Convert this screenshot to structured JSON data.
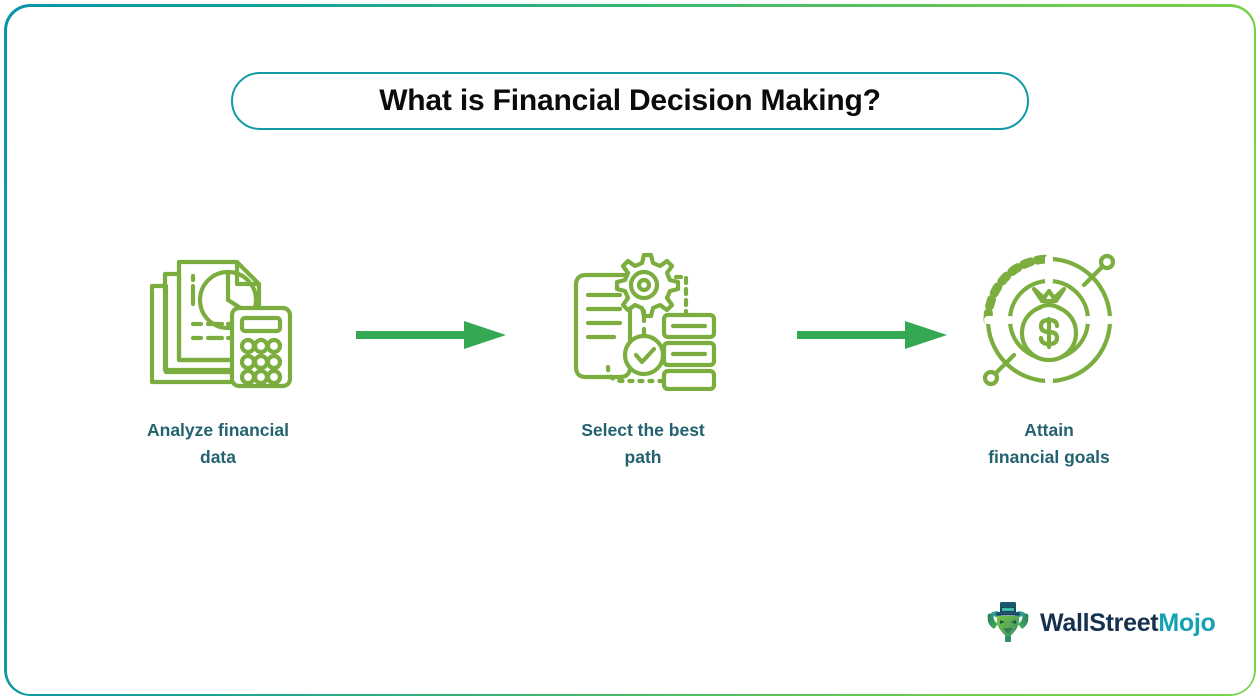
{
  "title": {
    "text": "What is Financial Decision Making?",
    "border_color": "#109aa6"
  },
  "frame": {
    "gradient_start": "#0d93a8",
    "gradient_end": "#79d34a"
  },
  "steps": [
    {
      "id": "analyze",
      "label": "Analyze financial data",
      "label_line_1": "Analyze financial",
      "label_line_2": "data",
      "icon": "documents-pie-chart-calculator-icon",
      "icon_color": "#7bae3f"
    },
    {
      "id": "select",
      "label": "Select the best path",
      "label_line_1": "Select the best",
      "label_line_2": "path",
      "icon": "document-gear-checkmark-icon",
      "icon_color": "#7bae3f"
    },
    {
      "id": "attain",
      "label": "Attain financial goals",
      "label_line_1": "Attain",
      "label_line_2": "financial goals",
      "icon": "money-bag-target-icon",
      "icon_color": "#7bae3f"
    }
  ],
  "arrows": [
    {
      "id": "arrow-1",
      "name": "arrow-right-icon",
      "color": "#34a853"
    },
    {
      "id": "arrow-2",
      "name": "arrow-right-icon",
      "color": "#34a853"
    }
  ],
  "label_color": "#23626f",
  "logo": {
    "name": "wallstreetmojo-logo",
    "word_1": "WallStreet",
    "word_2": "Mojo",
    "word_1_color": "#16304f",
    "word_2_color": "#13a2b4"
  }
}
